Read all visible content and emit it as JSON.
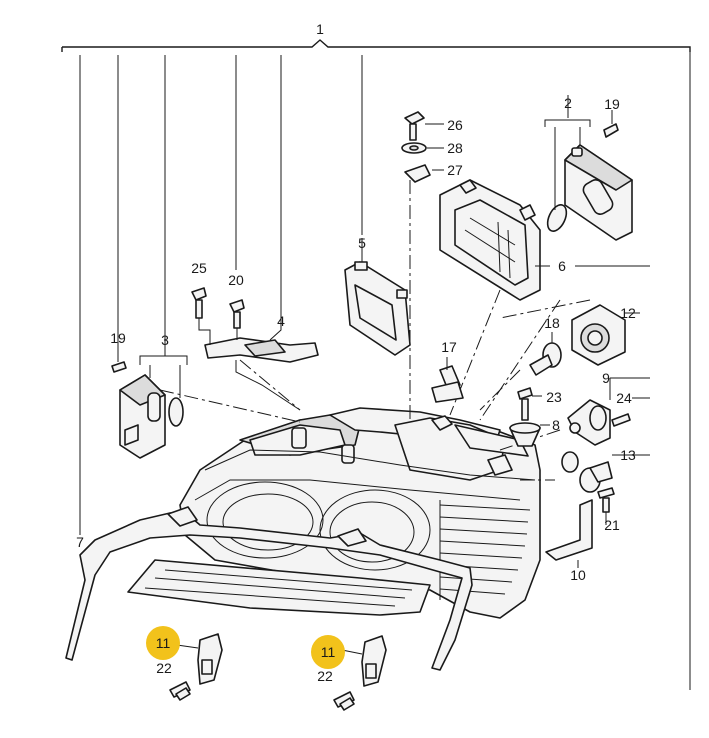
{
  "highlight_color": "#f2c21b",
  "callouts": [
    {
      "key": "c1",
      "label": "1"
    },
    {
      "key": "c2",
      "label": "2"
    },
    {
      "key": "c3",
      "label": "3"
    },
    {
      "key": "c4",
      "label": "4"
    },
    {
      "key": "c5",
      "label": "5"
    },
    {
      "key": "c6",
      "label": "6"
    },
    {
      "key": "c7",
      "label": "7"
    },
    {
      "key": "c8",
      "label": "8"
    },
    {
      "key": "c9",
      "label": "9"
    },
    {
      "key": "c10",
      "label": "10"
    },
    {
      "key": "c11a",
      "label": "11",
      "highlighted": true
    },
    {
      "key": "c11b",
      "label": "11",
      "highlighted": true
    },
    {
      "key": "c12",
      "label": "12"
    },
    {
      "key": "c13",
      "label": "13"
    },
    {
      "key": "c17",
      "label": "17"
    },
    {
      "key": "c18",
      "label": "18"
    },
    {
      "key": "c19a",
      "label": "19"
    },
    {
      "key": "c19b",
      "label": "19"
    },
    {
      "key": "c20",
      "label": "20"
    },
    {
      "key": "c21",
      "label": "21"
    },
    {
      "key": "c22a",
      "label": "22"
    },
    {
      "key": "c22b",
      "label": "22"
    },
    {
      "key": "c23",
      "label": "23"
    },
    {
      "key": "c24",
      "label": "24"
    },
    {
      "key": "c25",
      "label": "25"
    },
    {
      "key": "c26",
      "label": "26"
    },
    {
      "key": "c27",
      "label": "27"
    },
    {
      "key": "c28",
      "label": "28"
    }
  ]
}
